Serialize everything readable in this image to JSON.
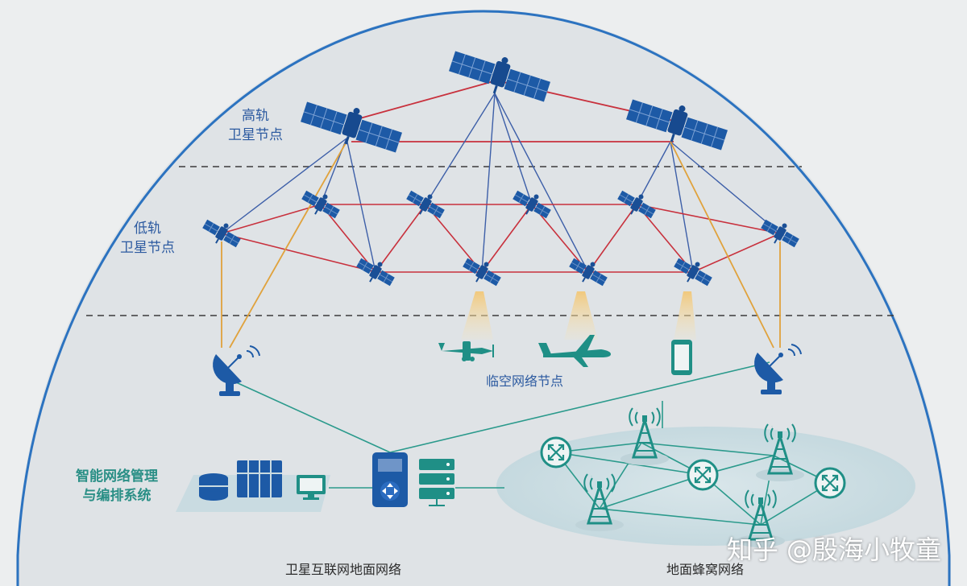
{
  "labels": {
    "geo_nodes_line1": "高轨",
    "geo_nodes_line2": "卫星节点",
    "leo_nodes_line1": "低轨",
    "leo_nodes_line2": "卫星节点",
    "aerial_nodes": "临空网络节点",
    "mgmt_line1": "智能网络管理",
    "mgmt_line2": "与编排系统",
    "satellite_ground_network": "卫星互联网地面网络",
    "cellular_network": "地面蜂窝网络"
  },
  "watermark": "知乎 @殷海小牧童",
  "colors": {
    "geo_link": "#c8313d",
    "leo_link": "#c8313d",
    "cross_link": "#3d5fa8",
    "ground_link": "#e0a23c",
    "terrestrial_link": "#2b9a8c",
    "node_blue": "#1d5aa6",
    "cell_teal": "#1f8f86"
  }
}
